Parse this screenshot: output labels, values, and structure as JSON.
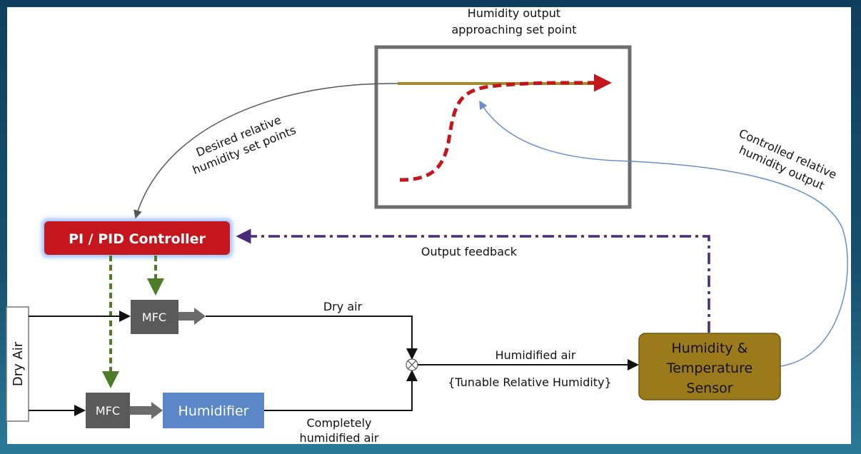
{
  "graph_title_line1": "Humidity output",
  "graph_title_line2": "approaching set point",
  "setpoint_label_line1": "Desired relative",
  "setpoint_label_line2": "humidity set points",
  "controlled_label_line1": "Controlled relative",
  "controlled_label_line2": "humidity output",
  "controller": "PI / PID Controller",
  "feedback": "Output feedback",
  "dry_air_source": "Dry Air",
  "mfc_top": "MFC",
  "mfc_bottom": "MFC",
  "humidifier": "Humidifier",
  "dry_air_label": "Dry air",
  "completely_line1": "Completely",
  "completely_line2": "humidified air",
  "humidified_air": "Humidified air",
  "tunable": "{Tunable Relative Humidity}",
  "sensor_line1": "Humidity &",
  "sensor_line2": "Temperature",
  "sensor_line3": "Sensor",
  "colors": {
    "controller": "#c4161c",
    "sensor": "#9b7a1c",
    "humidifier": "#5b86c8",
    "mfc": "#5a5a5a",
    "feedback": "#4b2a7a",
    "control": "#4f7a28"
  }
}
